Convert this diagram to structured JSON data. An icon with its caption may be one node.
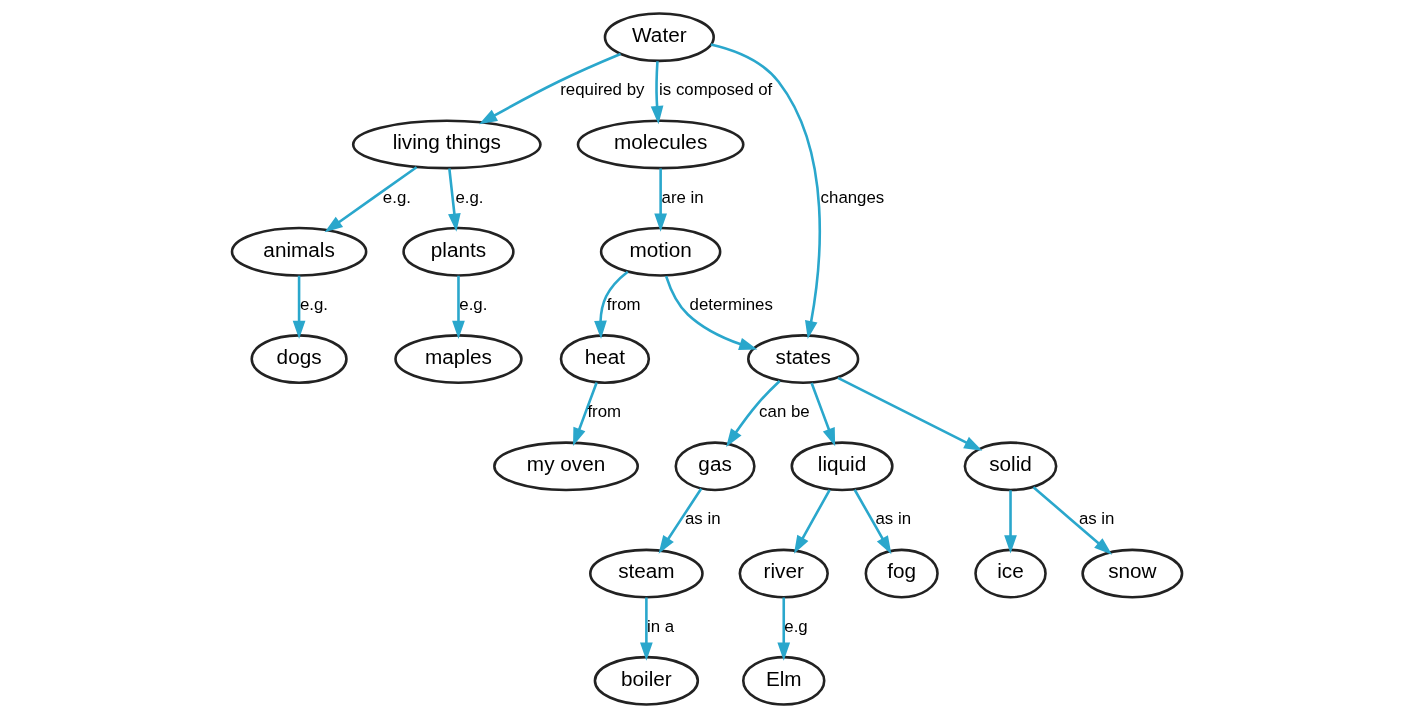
{
  "diagram": {
    "nodes": [
      {
        "text": [
          "Water"
        ]
      },
      {
        "text": [
          "living things"
        ]
      },
      {
        "text": [
          "molecules"
        ]
      },
      {
        "text": [
          "states"
        ]
      },
      {
        "text": [
          "animals"
        ]
      },
      {
        "text": [
          "plants"
        ]
      },
      {
        "text": [
          "motion"
        ]
      },
      {
        "text": [
          "solid"
        ]
      },
      {
        "text": [
          "gas"
        ]
      },
      {
        "text": [
          "liquid"
        ]
      },
      {
        "text": [
          "dogs"
        ]
      },
      {
        "text": [
          "maples"
        ]
      },
      {
        "text": [
          "heat"
        ]
      },
      {
        "text": [
          "snow"
        ]
      },
      {
        "text": [
          "ice"
        ]
      },
      {
        "text": [
          "steam"
        ]
      },
      {
        "text": [
          "fog"
        ]
      },
      {
        "text": [
          "river"
        ]
      },
      {
        "text": [
          "my oven"
        ]
      },
      {
        "text": [
          "boiler"
        ]
      },
      {
        "text": [
          "Elm"
        ]
      }
    ],
    "edges": [
      {
        "from": 0,
        "to": 1,
        "arrow": "to",
        "label": "required by"
      },
      {
        "from": 0,
        "to": 2,
        "arrow": "to",
        "label": "is composed of"
      },
      {
        "from": 0,
        "to": 3,
        "arrow": "to",
        "label": "changes"
      },
      {
        "from": 1,
        "to": 4,
        "arrow": "to",
        "label": "e.g."
      },
      {
        "from": 1,
        "to": 5,
        "arrow": "to",
        "label": "e.g."
      },
      {
        "from": 2,
        "to": 6,
        "arrow": "to",
        "label": "are in"
      },
      {
        "from": 6,
        "to": 3,
        "arrow": "to",
        "label": "determines"
      },
      {
        "from": 3,
        "to": 7,
        "arrow": "to"
      },
      {
        "from": 3,
        "to": 8,
        "arrow": "to",
        "label": "can be"
      },
      {
        "from": 3,
        "to": 9,
        "arrow": "to"
      },
      {
        "from": 4,
        "to": 10,
        "arrow": "to",
        "label": "e.g."
      },
      {
        "from": 5,
        "to": 11,
        "arrow": "to",
        "label": "e.g."
      },
      {
        "from": 6,
        "to": 12,
        "arrow": "to",
        "label": "from"
      },
      {
        "from": 7,
        "to": 13,
        "arrow": "to",
        "label": "as in"
      },
      {
        "from": 7,
        "to": 14,
        "arrow": "to"
      },
      {
        "from": 8,
        "to": 15,
        "arrow": "to",
        "label": "as in"
      },
      {
        "from": 9,
        "to": 16,
        "arrow": "to",
        "label": "as in"
      },
      {
        "from": 9,
        "to": 17,
        "arrow": "to"
      },
      {
        "from": 12,
        "to": 18,
        "arrow": "to",
        "label": "from"
      },
      {
        "from": 15,
        "to": 19,
        "arrow": "to",
        "label": "in a"
      },
      {
        "from": 17,
        "to": 20,
        "arrow": "to",
        "label": "e.g"
      }
    ]
  }
}
